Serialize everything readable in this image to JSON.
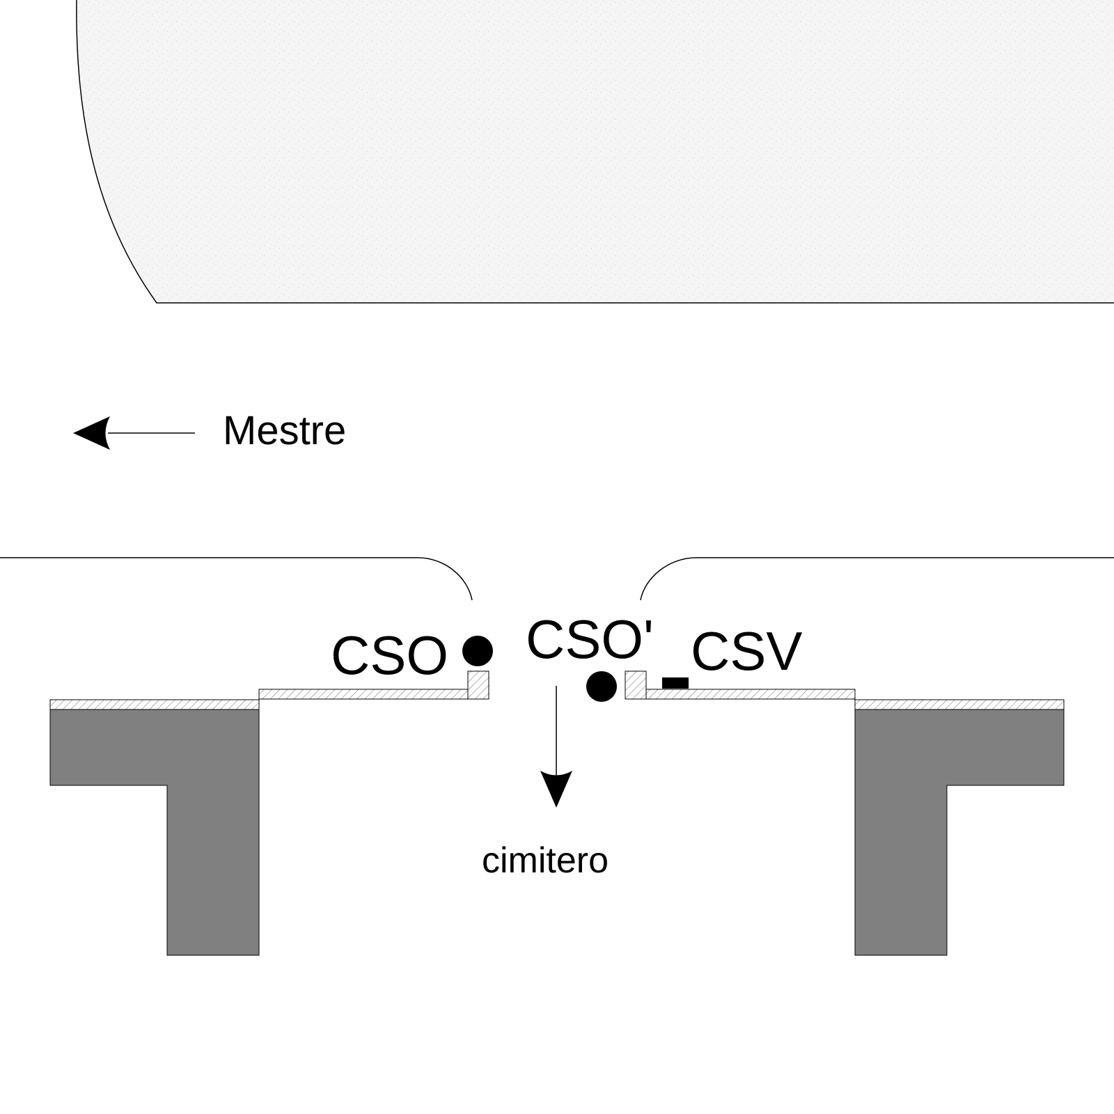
{
  "labels": {
    "direction_left": "Mestre",
    "direction_down": "cimitero",
    "sensor_cso": "CSO",
    "sensor_cso_prime": "CSO'",
    "sensor_csv": "CSV"
  },
  "colors": {
    "building_fill": "#808080",
    "area_fill": "#f4f4f4",
    "line": "#000000",
    "hatch": "#808080",
    "background": "#ffffff"
  },
  "icons": {
    "arrow_left": "arrow-left-icon",
    "arrow_down": "arrow-down-icon",
    "sensor_dot": "filled-circle-icon",
    "sensor_bar": "filled-rectangle-icon"
  }
}
